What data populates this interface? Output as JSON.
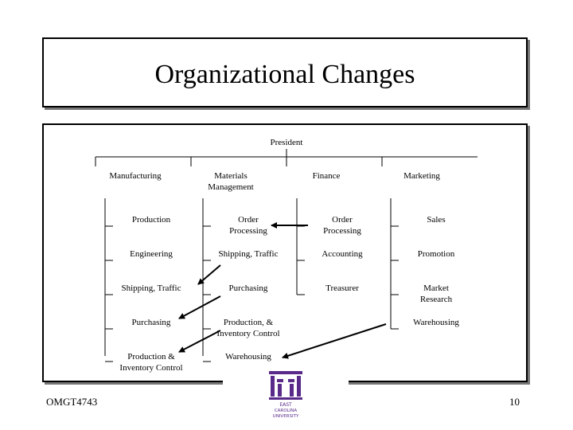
{
  "title": "Organizational Changes",
  "chart": {
    "root": "President",
    "departments": [
      {
        "name": "Manufacturing",
        "items": [
          "Production",
          "Engineering",
          "Shipping, Traffic",
          "Purchasing",
          "Production &\nInventory Control"
        ]
      },
      {
        "name": "Materials\nManagement",
        "items": [
          "Order\nProcessing",
          "Shipping, Traffic",
          "Purchasing",
          "Production, &\nInventory Control",
          "Warehousing"
        ]
      },
      {
        "name": "Finance",
        "items": [
          "Order\nProcessing",
          "Accounting",
          "Treasurer"
        ]
      },
      {
        "name": "Marketing",
        "items": [
          "Sales",
          "Promotion",
          "Market\nResearch",
          "Warehousing"
        ]
      }
    ]
  },
  "footer": {
    "course": "OMGT4743",
    "page": "10"
  },
  "logo": {
    "text_lines": [
      "EAST",
      "CAROLINA",
      "UNIVERSITY"
    ],
    "color": "#592a8a"
  },
  "colors": {
    "line": "#000000",
    "shadow": "#777777"
  }
}
